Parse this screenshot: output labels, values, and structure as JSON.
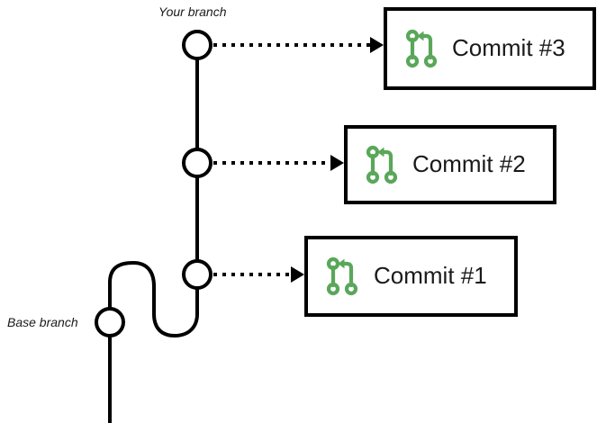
{
  "diagram": {
    "title": "Git branch commit flow",
    "background_color": "#ffffff",
    "line_color": "#000000",
    "icon_color": "#5aa75a",
    "text_color": "#1a1a1a"
  },
  "labels": {
    "your_branch": "Your branch",
    "base_branch": "Base branch"
  },
  "commits": [
    {
      "label": "Commit #3",
      "icon": "git-pull-request-icon"
    },
    {
      "label": "Commit #2",
      "icon": "git-pull-request-icon"
    },
    {
      "label": "Commit #1",
      "icon": "git-pull-request-icon"
    }
  ],
  "nodes": [
    {
      "name": "commit-node-3"
    },
    {
      "name": "commit-node-2"
    },
    {
      "name": "commit-node-1"
    },
    {
      "name": "base-branch-node"
    }
  ]
}
